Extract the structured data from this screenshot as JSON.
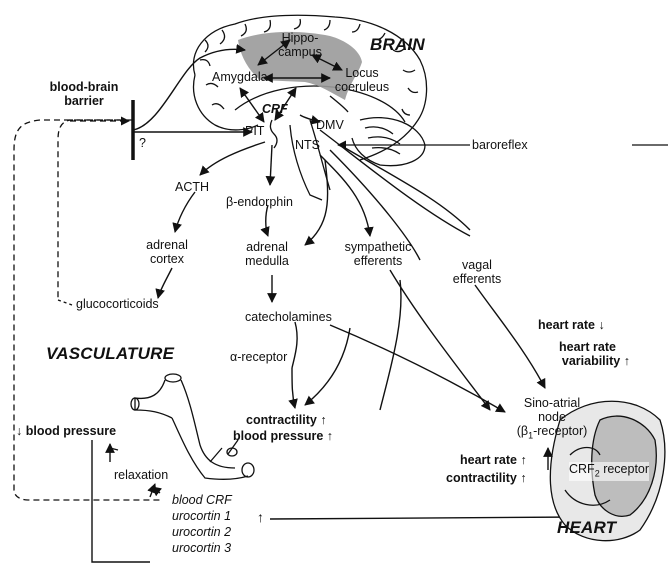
{
  "regions": {
    "brain": "BRAIN",
    "vasculature": "VASCULATURE",
    "heart": "HEART"
  },
  "brain_nodes": {
    "hippocampus_1": "Hippo-",
    "hippocampus_2": "campus",
    "amygdala": "Amygdala",
    "locus_1": "Locus",
    "locus_2": "coeruleus",
    "crf": "CRF",
    "pit": "PIT",
    "dmv": "DMV",
    "nts": "NTS"
  },
  "barrier": {
    "line1": "blood-brain",
    "line2": "barrier",
    "question": "?"
  },
  "pathway": {
    "baroreflex": "baroreflex",
    "acth": "ACTH",
    "beta_endorphin": "β-endorphin",
    "adrenal_cortex_1": "adrenal",
    "adrenal_cortex_2": "cortex",
    "adrenal_medulla_1": "adrenal",
    "adrenal_medulla_2": "medulla",
    "sympathetic_1": "sympathetic",
    "sympathetic_2": "efferents",
    "vagal_1": "vagal",
    "vagal_2": "efferents",
    "glucocorticoids": "glucocorticoids",
    "catecholamines": "catecholamines",
    "alpha_receptor": "α-receptor"
  },
  "effects": {
    "contractility": "contractility",
    "blood_pressure": "blood pressure",
    "heart_rate_down": "heart rate",
    "hrv_1": "heart rate",
    "hrv_2": "variability",
    "sa_node_1": "Sino-atrial",
    "sa_node_2": "node",
    "sa_node_beta": "β",
    "sa_node_sub": "1",
    "sa_node_suffix": "-receptor)",
    "heart_rate_up": "heart rate",
    "contractility_heart": "contractility",
    "crf2_prefix": "CRF",
    "crf2_sub": "2",
    "crf2_suffix": " receptor"
  },
  "vasculature": {
    "blood_pressure_down": "blood pressure",
    "relaxation": "relaxation"
  },
  "peptides": [
    "blood CRF",
    "urocortin 1",
    "urocortin 2",
    "urocortin 3"
  ],
  "arrows": {
    "up": "↑",
    "down": "↓"
  },
  "colors": {
    "ink": "#111111",
    "shade": "#9a9a9a",
    "heart_fill": "#bdbdbd"
  }
}
